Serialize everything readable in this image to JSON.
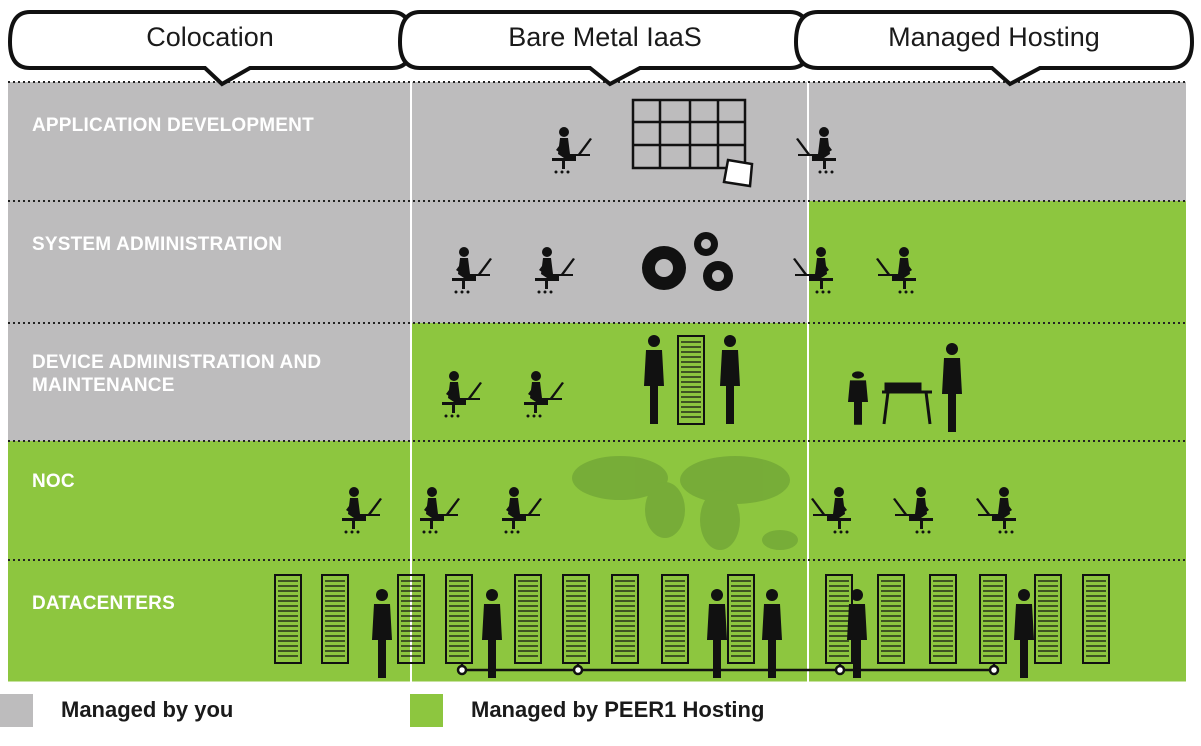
{
  "tabs": [
    {
      "label": "Colocation"
    },
    {
      "label": "Bare Metal IaaS"
    },
    {
      "label": "Managed Hosting"
    }
  ],
  "rows": [
    {
      "label": "APPLICATION DEVELOPMENT"
    },
    {
      "label": "SYSTEM ADMINISTRATION"
    },
    {
      "label": "DEVICE ADMINISTRATION AND MAINTENANCE"
    },
    {
      "label": "NOC"
    },
    {
      "label": "DATACENTERS"
    }
  ],
  "legend": [
    {
      "label": "Managed by you",
      "color": "#bdbcbd"
    },
    {
      "label": "Managed by PEER1 Hosting",
      "color": "#8dc63f"
    }
  ],
  "colors": {
    "gray": "#bdbcbd",
    "green": "#8dc63f",
    "ink": "#111111"
  },
  "icons": [
    "person-at-laptop-icon",
    "puzzle-icon",
    "gears-icon",
    "server-rack-icon",
    "technician-icon",
    "world-map-icon",
    "network-line-icon"
  ]
}
